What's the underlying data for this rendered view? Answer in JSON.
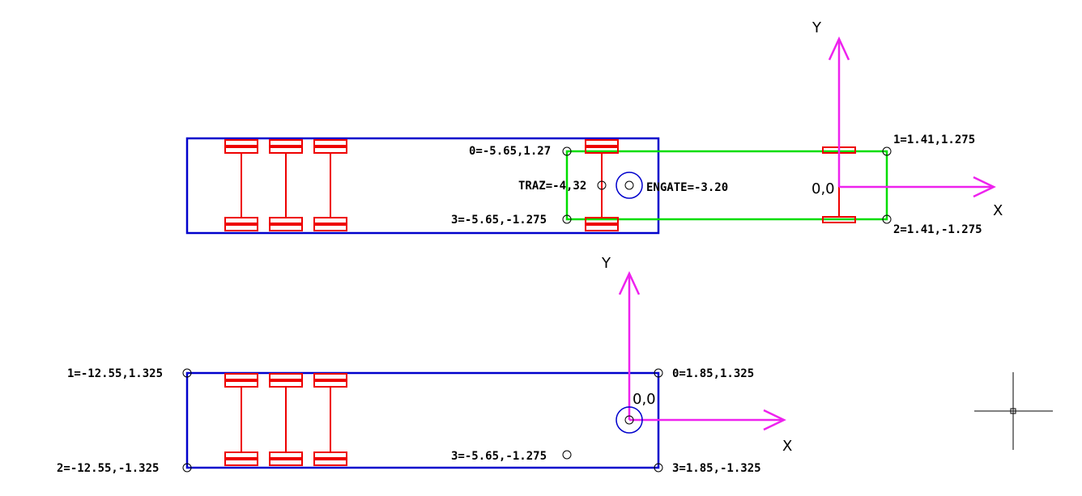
{
  "colors": {
    "body_outline": "#0000cc",
    "wheels": "#ee0000",
    "tractor_outline": "#00dd00",
    "axes": "#ee22ee",
    "points": "#000000",
    "crosshair": "#000000"
  },
  "top_drawing": {
    "axis_y_label": "Y",
    "axis_x_label": "X",
    "origin_label": "0,0",
    "tractor_points": {
      "p0": "0=-5.65,1.27",
      "p1": "1=1.41,1.275",
      "p2": "2=1.41,-1.275",
      "p3": "3=-5.65,-1.275"
    },
    "traz_label": "TRAZ=-4,32",
    "engate_label": "ENGATE=-3.20"
  },
  "bottom_drawing": {
    "axis_y_label": "Y",
    "axis_x_label": "X",
    "origin_label": "0,0",
    "trailer_points": {
      "p0": "0=1.85,1.325",
      "p1": "1=-12.55,1.325",
      "p2": "2=-12.55,-1.325",
      "p3": "3=1.85,-1.325",
      "p_extra": "3=-5.65,-1.275"
    }
  },
  "icons": {
    "crosshair": "crosshair-cursor-icon"
  }
}
